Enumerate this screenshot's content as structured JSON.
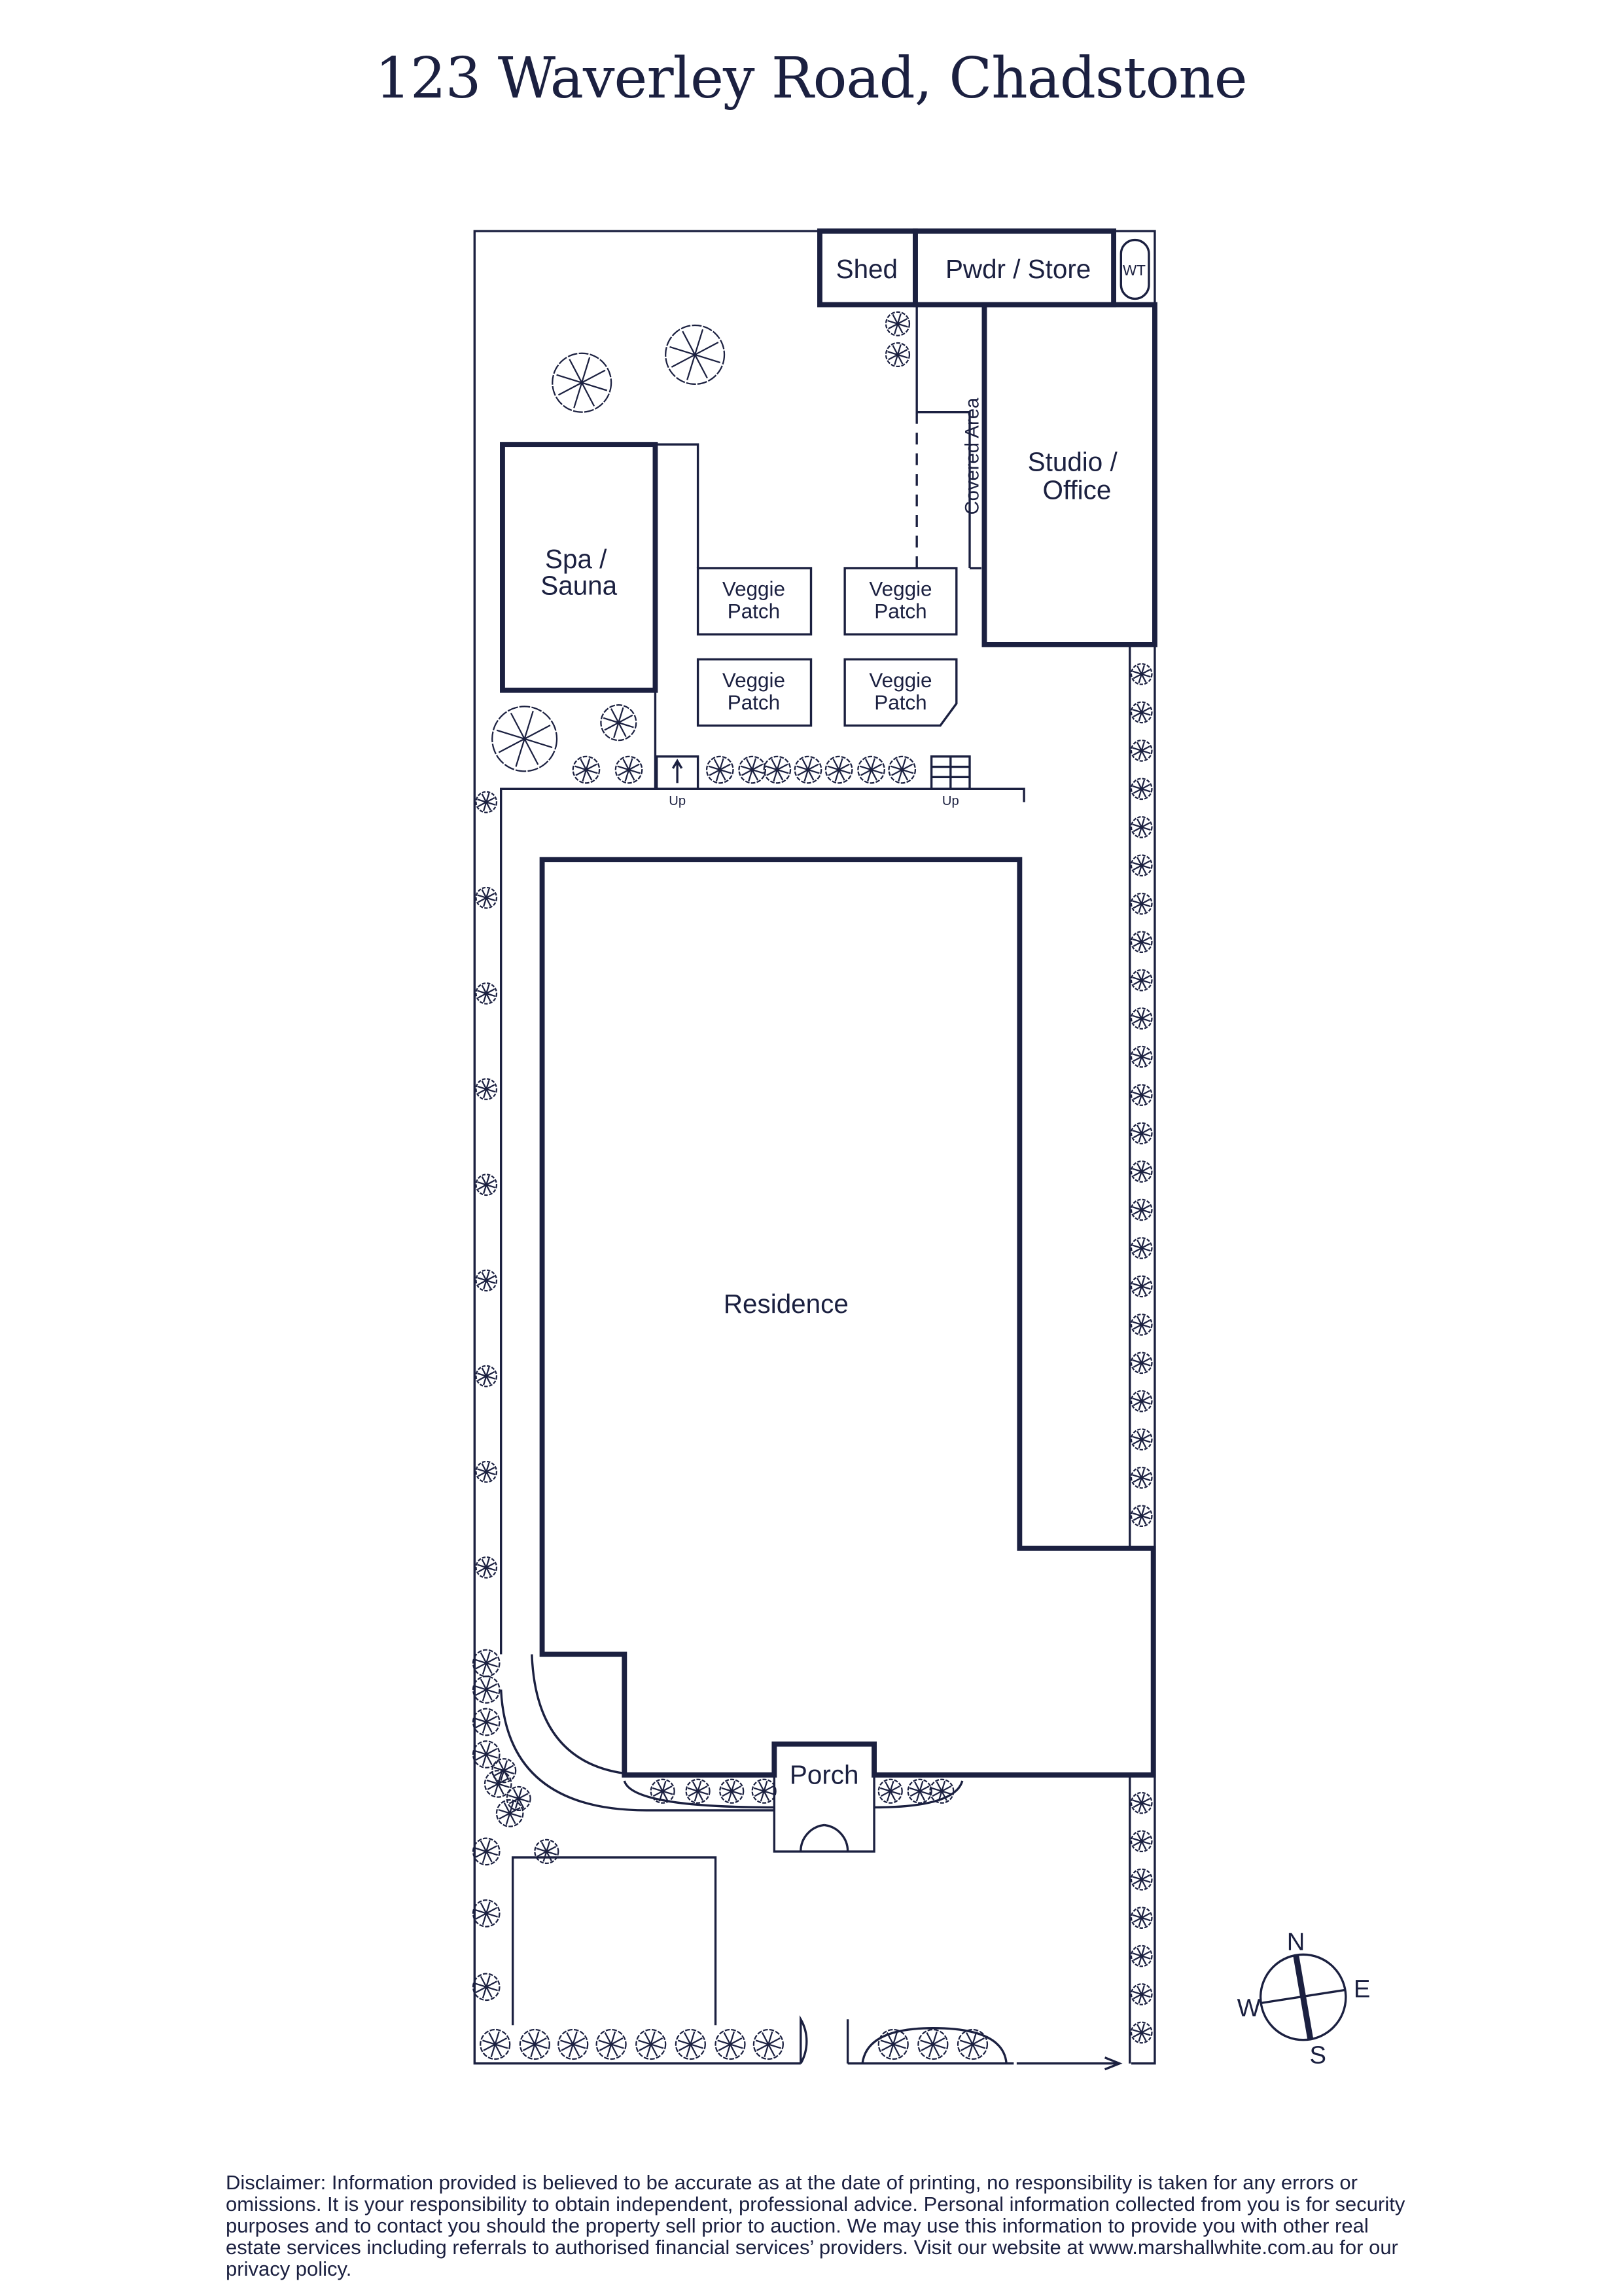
{
  "title": "123 Waverley Road, Chadstone",
  "rooms": {
    "shed": "Shed",
    "pwdr_store": "Pwdr / Store",
    "wt": "WT",
    "studio_line1": "Studio /",
    "studio_line2": "Office",
    "covered_area": "Covered Area",
    "spa_line1": "Spa /",
    "spa_line2": "Sauna",
    "veggie_line1": "Veggie",
    "veggie_line2": "Patch",
    "residence": "Residence",
    "porch": "Porch",
    "up": "Up"
  },
  "compass": {
    "n": "N",
    "e": "E",
    "s": "S",
    "w": "W"
  },
  "colors": {
    "ink": "#1b2040"
  },
  "disclaimer": "Disclaimer: Information provided is believed to be accurate as at the date of printing, no responsibility is taken for any errors or omissions. It is your responsibility to obtain independent, professional advice. Personal information collected from you is for security purposes and to contact you should the property sell prior to auction. We may use this information to provide you with other real estate services including referrals to authorised financial services’ providers. Visit our website at www.marshallwhite.com.au for our privacy policy."
}
